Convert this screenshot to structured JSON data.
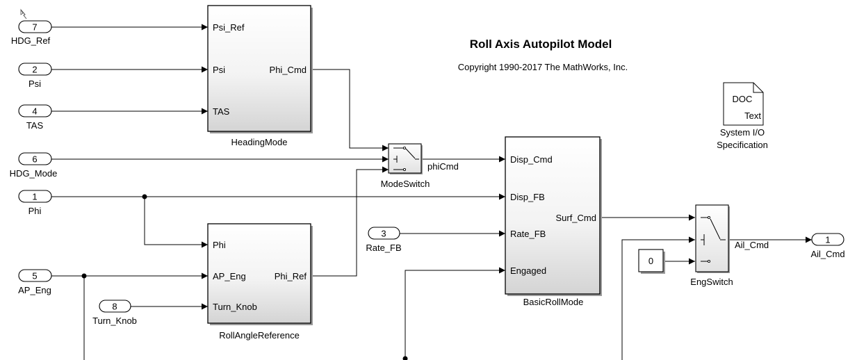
{
  "title": "Roll Axis Autopilot Model",
  "copyright": "Copyright 1990-2017 The MathWorks, Inc.",
  "inports": {
    "hdg_ref": {
      "num": "7",
      "name": "HDG_Ref"
    },
    "psi": {
      "num": "2",
      "name": "Psi"
    },
    "tas": {
      "num": "4",
      "name": "TAS"
    },
    "hdg_mode": {
      "num": "6",
      "name": "HDG_Mode"
    },
    "phi": {
      "num": "1",
      "name": "Phi"
    },
    "ap_eng": {
      "num": "5",
      "name": "AP_Eng"
    },
    "turn_knob": {
      "num": "8",
      "name": "Turn_Knob"
    },
    "rate_fb": {
      "num": "3",
      "name": "Rate_FB"
    }
  },
  "outport": {
    "num": "1",
    "name": "Ail_Cmd"
  },
  "constant": {
    "value": "0"
  },
  "blocks": {
    "heading_mode": {
      "name": "HeadingMode",
      "inputs": [
        "Psi_Ref",
        "Psi",
        "TAS"
      ],
      "output": "Phi_Cmd"
    },
    "roll_angle_reference": {
      "name": "RollAngleReference",
      "inputs": [
        "Phi",
        "AP_Eng",
        "Turn_Knob"
      ],
      "output": "Phi_Ref"
    },
    "basic_roll_mode": {
      "name": "BasicRollMode",
      "inputs": [
        "Disp_Cmd",
        "Disp_FB",
        "Rate_FB",
        "Engaged"
      ],
      "output": "Surf_Cmd"
    },
    "mode_switch": {
      "name": "ModeSwitch"
    },
    "eng_switch": {
      "name": "EngSwitch"
    }
  },
  "signals": {
    "phi_cmd": "phiCmd",
    "ail_cmd": "Ail_Cmd"
  },
  "doc_block": {
    "tag": "DOC",
    "type": "Text",
    "caption_line1": "System I/O",
    "caption_line2": "Specification"
  }
}
